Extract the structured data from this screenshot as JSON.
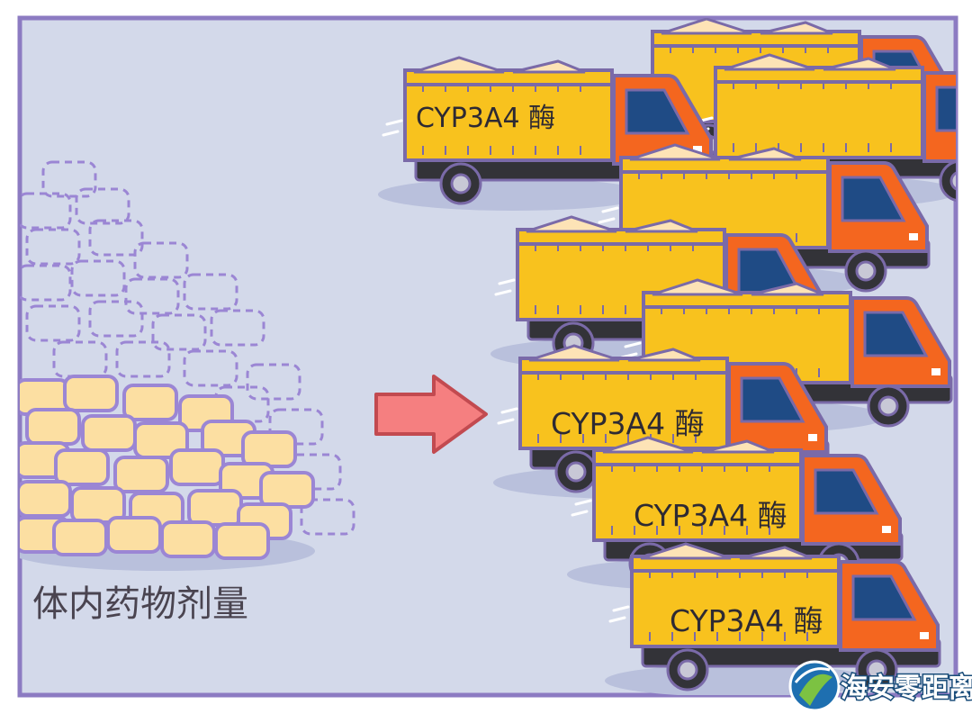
{
  "illustration": {
    "caption": "体内药物剂量",
    "truck_labels": [
      "CYP3A4 酶",
      "CYP3A4 酶",
      "CYP3A4 酶",
      "CYP3A4 酶"
    ]
  },
  "watermark": {
    "text": "海安零距离"
  },
  "colors": {
    "background": "#d3d9ea",
    "frame": "#8c7bc2",
    "pill_fill": "#fcdfa2",
    "pill_outline": "#9b86d4",
    "truck_cargo": "#f8c21e",
    "truck_cab": "#f4661f",
    "truck_window": "#1f4b85",
    "chassis": "#333338",
    "arrow": "#f57f80",
    "arrow_outline": "#c24a50"
  }
}
